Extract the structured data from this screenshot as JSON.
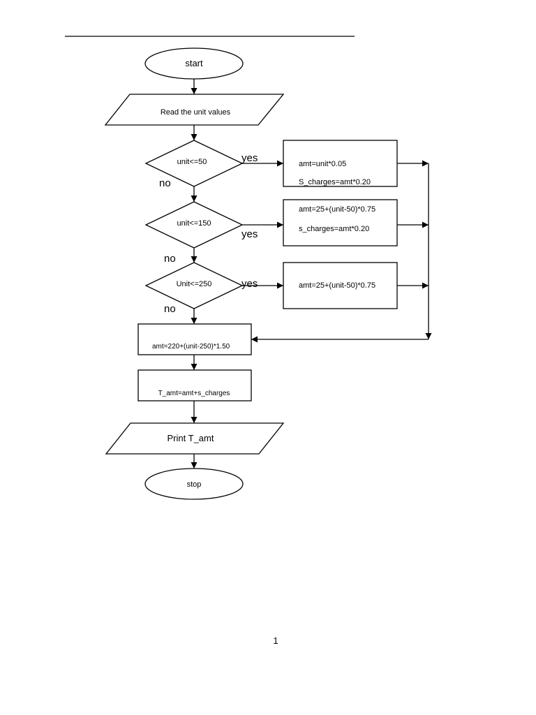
{
  "flowchart": {
    "start": "start",
    "input": "Read the unit values",
    "decision1": "unit<=50",
    "decision2": "unit<=150",
    "decision3": "Unit<=250",
    "yes_label": "yes",
    "no_label": "no",
    "process1_line1": "amt=unit*0.05",
    "process1_line2": "S_charges=amt*0.20",
    "process2_line1": "amt=25+(unit-50)*0.75",
    "process2_line2": "s_charges=amt*0.20",
    "process3": "amt=25+(unit-50)*0.75",
    "process4": "amt=220+(unit-250)*1.50",
    "process5": "T_amt=amt+s_charges",
    "output": "Print T_amt",
    "stop": "stop"
  },
  "page_number": "1"
}
